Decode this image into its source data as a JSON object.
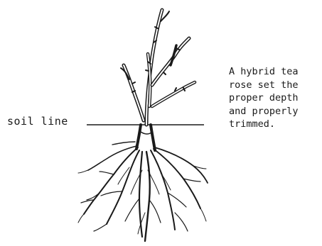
{
  "labels": {
    "soil_line": "soil line"
  },
  "caption": {
    "lines": [
      "A hybrid tea",
      "rose set the",
      "proper depth",
      "and properly",
      "trimmed."
    ]
  },
  "colors": {
    "ink": "#1a1a1a",
    "background": "#ffffff"
  }
}
